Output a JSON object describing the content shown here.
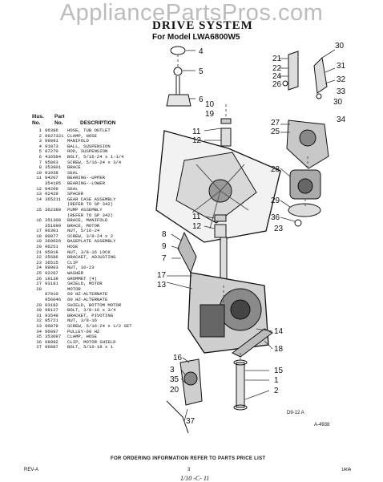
{
  "watermark": "AppliancePartsPros.com",
  "title": "DRIVE SYSTEM",
  "subtitle": "For Model LWA6800W5",
  "table_head": {
    "illus": "Illus.",
    "no": "No.",
    "part": "Part",
    "part_no": "No.",
    "desc": "DESCRIPTION"
  },
  "parts": [
    {
      "no": "1",
      "pn": "96386",
      "desc": "HOSE, TUB OUTLET"
    },
    {
      "no": "2",
      "pn": "9927321",
      "desc": "CLAMP, HOSE"
    },
    {
      "no": "3",
      "pn": "99091",
      "desc": "MANIFOLD"
    },
    {
      "no": "4",
      "pn": "91073",
      "desc": "BALL, SUSPENSION"
    },
    {
      "no": "5",
      "pn": "87270",
      "desc": "ROD, SUSPENSION"
    },
    {
      "no": "6",
      "pn": "416584",
      "desc": "BOLT, 5/16-24 x 1-1/4"
    },
    {
      "no": "7",
      "pn": "95063",
      "desc": "SCREW, 5/16-24 x 3/4"
    },
    {
      "no": "8",
      "pn": "353901",
      "desc": "BRACE"
    },
    {
      "no": "10",
      "pn": "91938",
      "desc": "SEAL"
    },
    {
      "no": "11",
      "pn": "94207",
      "desc": "BEARING--UPPER"
    },
    {
      "no": "",
      "pn": "354195",
      "desc": "BEARING--LOWER"
    },
    {
      "no": "12",
      "pn": "94209",
      "desc": "SEAL"
    },
    {
      "no": "13",
      "pn": "92429",
      "desc": "SPACER"
    },
    {
      "no": "14",
      "pn": "365211",
      "desc": "GEAR CASE ASSEMBLY"
    },
    {
      "no": "",
      "pn": "",
      "desc": "(REFER TO SP 342)"
    },
    {
      "no": "15",
      "pn": "362380",
      "desc": "PUMP ASSEMBLY"
    },
    {
      "no": "",
      "pn": "",
      "desc": "(REFER TO SP 342)"
    },
    {
      "no": "16",
      "pn": "351300",
      "desc": "BRACE, MANIFOLD"
    },
    {
      "no": "",
      "pn": "351099",
      "desc": "BRACE, MOTOR"
    },
    {
      "no": "17",
      "pn": "96301",
      "desc": "NUT, 5/16-24"
    },
    {
      "no": "18",
      "pn": "90877",
      "desc": "SCREW, 3/8-24 x 2"
    },
    {
      "no": "19",
      "pn": "360026",
      "desc": "BASEPLATE ASSEMBLY"
    },
    {
      "no": "20",
      "pn": "96251",
      "desc": "HOSE"
    },
    {
      "no": "21",
      "pn": "95018",
      "desc": "NUT, 3/8-16 LOCK"
    },
    {
      "no": "22",
      "pn": "35586",
      "desc": "BRACKET, ADJUSTING"
    },
    {
      "no": "23",
      "pn": "36515",
      "desc": "CLIP"
    },
    {
      "no": "24",
      "pn": "99003",
      "desc": "NUT, 10-23"
    },
    {
      "no": "25",
      "pn": "92207",
      "desc": "WASHER"
    },
    {
      "no": "26",
      "pn": "19138",
      "desc": "GROMMET (4)"
    },
    {
      "no": "27",
      "pn": "93181",
      "desc": "SHIELD, MOTOR"
    },
    {
      "no": "28",
      "pn": "",
      "desc": "MOTOR"
    },
    {
      "no": "",
      "pn": "87910",
      "desc": "60 HZ-ALTERNATE"
    },
    {
      "no": "",
      "pn": "956046",
      "desc": "60 HZ-ALTERNATE"
    },
    {
      "no": "29",
      "pn": "93182",
      "desc": "SHIELD, BOTTOM MOTOR"
    },
    {
      "no": "30",
      "pn": "98127",
      "desc": "BOLT, 3/8-16 x 3/4"
    },
    {
      "no": "31",
      "pn": "93549",
      "desc": "BRACKET, PIVOTING"
    },
    {
      "no": "32",
      "pn": "95721",
      "desc": "NUT, 3/8-16"
    },
    {
      "no": "33",
      "pn": "90879",
      "desc": "SCREW, 5/16-24 x 1/2 SET"
    },
    {
      "no": "34",
      "pn": "96097",
      "desc": "PULLEY-60 HZ"
    },
    {
      "no": "35",
      "pn": "353097",
      "desc": "CLAMP, HOSE"
    },
    {
      "no": "36",
      "pn": "98892",
      "desc": "CLIP, MOTOR SHIELD"
    },
    {
      "no": "37",
      "pn": "96887",
      "desc": "BOLT, 5/16-18 x 1"
    }
  ],
  "callouts": [
    "30",
    "21",
    "31",
    "22",
    "24",
    "32",
    "26",
    "33",
    "30",
    "34",
    "4",
    "5",
    "6",
    "10",
    "19",
    "11",
    "12",
    "27",
    "25",
    "28",
    "29",
    "36",
    "11",
    "12",
    "8",
    "23",
    "9",
    "7",
    "17",
    "13",
    "14",
    "18",
    "16",
    "15",
    "1",
    "2",
    "3",
    "35",
    "20",
    "37"
  ],
  "figure_code": "D9-12 A",
  "figure_code2": "A-4938",
  "footer": "FOR ORDERING INFORMATION REFER TO PARTS PRICE LIST",
  "rev": "REV-A",
  "page_number": "3",
  "page_code": "1A0A",
  "handwriting": "1/10 -C- 11"
}
